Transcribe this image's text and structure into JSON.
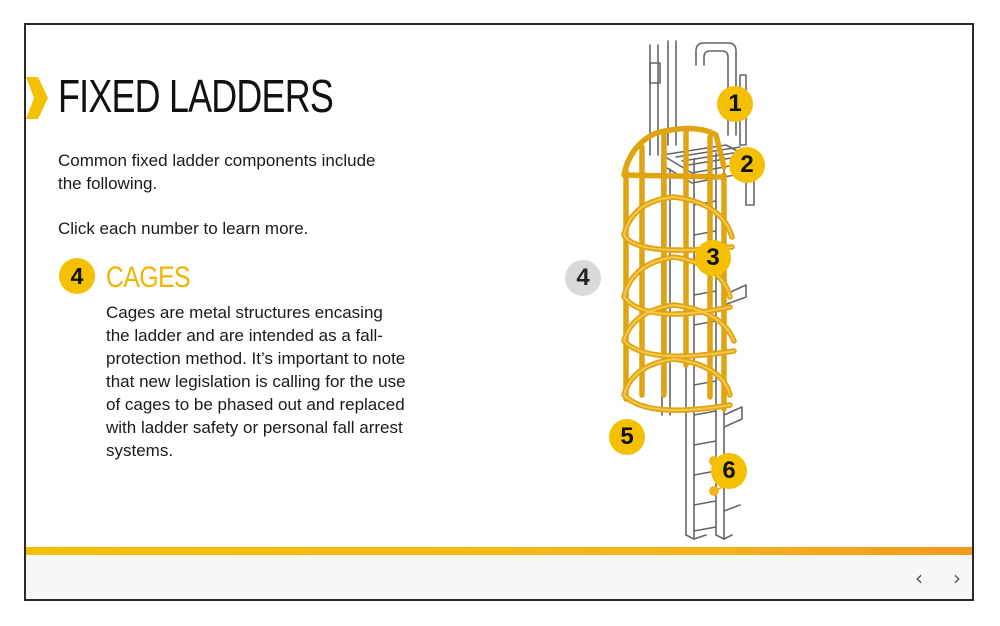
{
  "slide": {
    "title": "FIXED LADDERS",
    "intro": "Common fixed ladder components include the following.",
    "instruction": "Click each number to learn more.",
    "section": {
      "number": "4",
      "title": "CAGES",
      "body": "Cages are metal structures encasing the ladder and are intended as a fall-protection method. It’s important to note that new legislation is calling for the use of cages to be phased out and replaced with ladder safety or personal fall arrest systems."
    }
  },
  "hotspots": [
    {
      "label": "1",
      "active": false
    },
    {
      "label": "2",
      "active": false
    },
    {
      "label": "3",
      "active": false
    },
    {
      "label": "4",
      "active": true
    },
    {
      "label": "5",
      "active": false
    },
    {
      "label": "6",
      "active": false
    }
  ],
  "navigation": {
    "prev_icon": "chevron-left-icon",
    "next_icon": "chevron-right-icon",
    "prev_glyph": "‹",
    "next_glyph": "›"
  },
  "colors": {
    "accent": "#f5c000",
    "active_hotspot": "#d9d9d9",
    "cage": "#f2b51d",
    "title_accent": "#f0b400"
  }
}
